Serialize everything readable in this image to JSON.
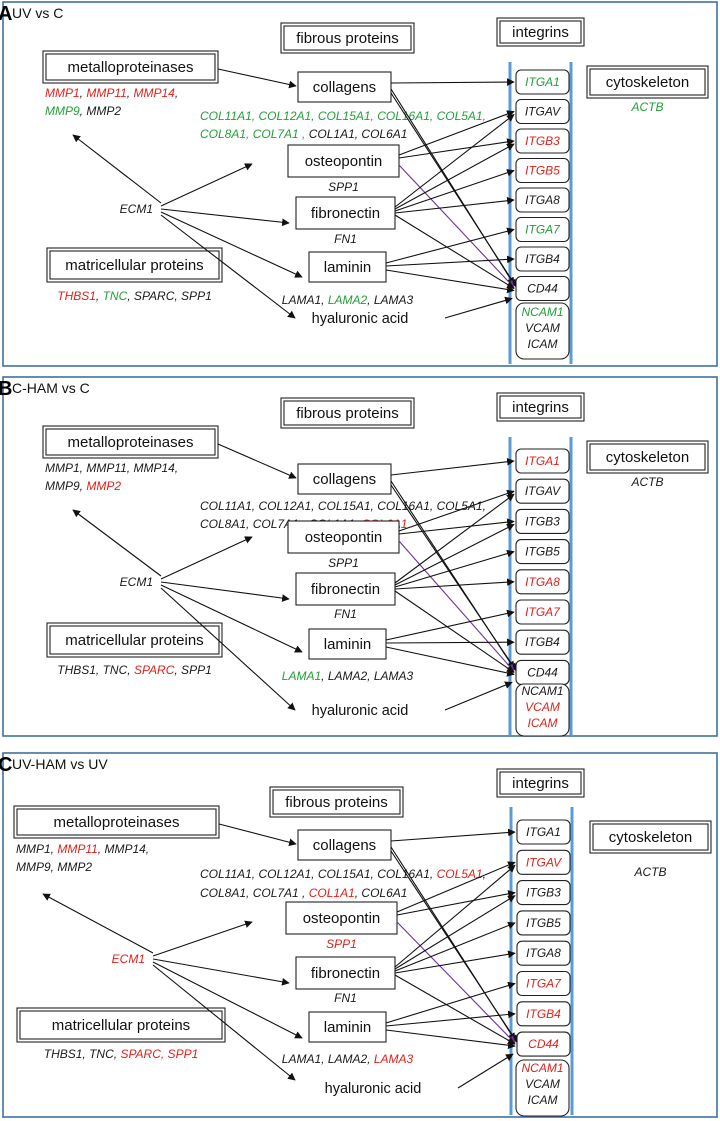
{
  "colors": {
    "red": "#e0211b",
    "green": "#21a038",
    "black": "#1a1a1a",
    "frame": "#41719c",
    "membrane": "#5b9bd5",
    "purple": "#7030a0"
  },
  "common": {
    "fibrous": "fibrous proteins",
    "integrins": "integrins",
    "metallo": "metalloproteinases",
    "matri": "matricellular proteins",
    "cyto": "cytoskeleton",
    "collagens": "collagens",
    "osteopontin": "osteopontin",
    "fibronectin": "fibronectin",
    "laminin": "laminin",
    "hyaluronic": "hyaluronic acid",
    "ECM1": "ECM1",
    "SPP1": "SPP1",
    "FN1": "FN1"
  },
  "panels": [
    {
      "letter": "A",
      "title": "UV vs C",
      "ecm1_color": "black",
      "spp1_color": "black",
      "actb": {
        "text": "ACTB",
        "color": "green"
      },
      "mmp": [
        [
          [
            "MMP1",
            "red"
          ],
          [
            ", ",
            "black"
          ],
          [
            "MMP11",
            "red"
          ],
          [
            ", ",
            "black"
          ],
          [
            "MMP14",
            "red"
          ],
          [
            ",",
            "black"
          ]
        ],
        [
          [
            "MMP9",
            "green"
          ],
          [
            ", MMP2",
            "black"
          ]
        ]
      ],
      "col": [
        [
          [
            "COL11A1, COL12A1, COL15A1, COL16A1, COL5A1,",
            "green"
          ]
        ],
        [
          [
            "COL8A1, COL7A1 ,",
            "green"
          ],
          [
            " COL1A1, COL6A1",
            "black"
          ]
        ]
      ],
      "matri": [
        [
          [
            "THBS1",
            "red"
          ],
          [
            ", ",
            "black"
          ],
          [
            "TNC",
            "green"
          ],
          [
            ", SPARC, SPP1",
            "black"
          ]
        ]
      ],
      "lam": [
        [
          [
            "LAMA1, ",
            "black"
          ],
          [
            "LAMA2",
            "green"
          ],
          [
            ", LAMA3",
            "black"
          ]
        ]
      ],
      "integrins": [
        [
          "ITGA1",
          "green"
        ],
        [
          "ITGAV",
          "black"
        ],
        [
          "ITGB3",
          "red"
        ],
        [
          "ITGB5",
          "red"
        ],
        [
          "ITGA8",
          "black"
        ],
        [
          "ITGA7",
          "green"
        ],
        [
          "ITGB4",
          "black"
        ],
        [
          "CD44",
          "black"
        ]
      ],
      "cams": [
        [
          "NCAM1",
          "green"
        ],
        [
          "VCAM",
          "black"
        ],
        [
          "ICAM",
          "black"
        ]
      ]
    },
    {
      "letter": "B",
      "title": "C-HAM vs C",
      "ecm1_color": "black",
      "spp1_color": "black",
      "actb": {
        "text": "ACTB",
        "color": "black"
      },
      "mmp": [
        [
          [
            "MMP1, MMP11, MMP14,",
            "black"
          ]
        ],
        [
          [
            "MMP9, ",
            "black"
          ],
          [
            "MMP2",
            "red"
          ]
        ]
      ],
      "col": [
        [
          [
            "COL11A1, COL12A1, COL15A1, COL16A1, COL5A1,",
            "black"
          ]
        ],
        [
          [
            "COL8A1, COL7A1 , COL1A1, ",
            "black"
          ],
          [
            "COL6A1",
            "red"
          ]
        ]
      ],
      "matri": [
        [
          [
            "THBS1, TNC, ",
            "black"
          ],
          [
            "SPARC",
            "red"
          ],
          [
            ", SPP1",
            "black"
          ]
        ]
      ],
      "lam": [
        [
          [
            "LAMA1",
            "green"
          ],
          [
            ", LAMA2, LAMA3",
            "black"
          ]
        ]
      ],
      "integrins": [
        [
          "ITGA1",
          "red"
        ],
        [
          "ITGAV",
          "black"
        ],
        [
          "ITGB3",
          "black"
        ],
        [
          "ITGB5",
          "black"
        ],
        [
          "ITGA8",
          "red"
        ],
        [
          "ITGA7",
          "red"
        ],
        [
          "ITGB4",
          "black"
        ],
        [
          "CD44",
          "black"
        ]
      ],
      "cams": [
        [
          "NCAM1",
          "black"
        ],
        [
          "VCAM",
          "red"
        ],
        [
          "ICAM",
          "red"
        ]
      ]
    },
    {
      "letter": "C",
      "title": "UV-HAM vs UV",
      "ecm1_color": "red",
      "spp1_color": "red",
      "actb": {
        "text": "ACTB",
        "color": "black"
      },
      "mmp": [
        [
          [
            "MMP1, ",
            "black"
          ],
          [
            "MMP11",
            "red"
          ],
          [
            ", MMP14,",
            "black"
          ]
        ],
        [
          [
            "MMP9, MMP2",
            "black"
          ]
        ]
      ],
      "col": [
        [
          [
            "COL11A1, COL12A1, COL15A1, COL16A1, ",
            "black"
          ],
          [
            "COL5A1",
            "red"
          ],
          [
            ",",
            "black"
          ]
        ],
        [
          [
            "COL8A1, COL7A1 , ",
            "black"
          ],
          [
            "COL1A1",
            "red"
          ],
          [
            ", COL6A1",
            "black"
          ]
        ]
      ],
      "matri": [
        [
          [
            "THBS1, TNC, ",
            "black"
          ],
          [
            "SPARC, SPP1",
            "red"
          ]
        ]
      ],
      "lam": [
        [
          [
            "LAMA1, LAMA2, ",
            "black"
          ],
          [
            "LAMA3",
            "red"
          ]
        ]
      ],
      "integrins": [
        [
          "ITGA1",
          "black"
        ],
        [
          "ITGAV",
          "red"
        ],
        [
          "ITGB3",
          "black"
        ],
        [
          "ITGB5",
          "black"
        ],
        [
          "ITGA8",
          "black"
        ],
        [
          "ITGA7",
          "red"
        ],
        [
          "ITGB4",
          "red"
        ],
        [
          "CD44",
          "red"
        ]
      ],
      "cams": [
        [
          "NCAM1",
          "red"
        ],
        [
          "VCAM",
          "black"
        ],
        [
          "ICAM",
          "black"
        ]
      ]
    }
  ]
}
